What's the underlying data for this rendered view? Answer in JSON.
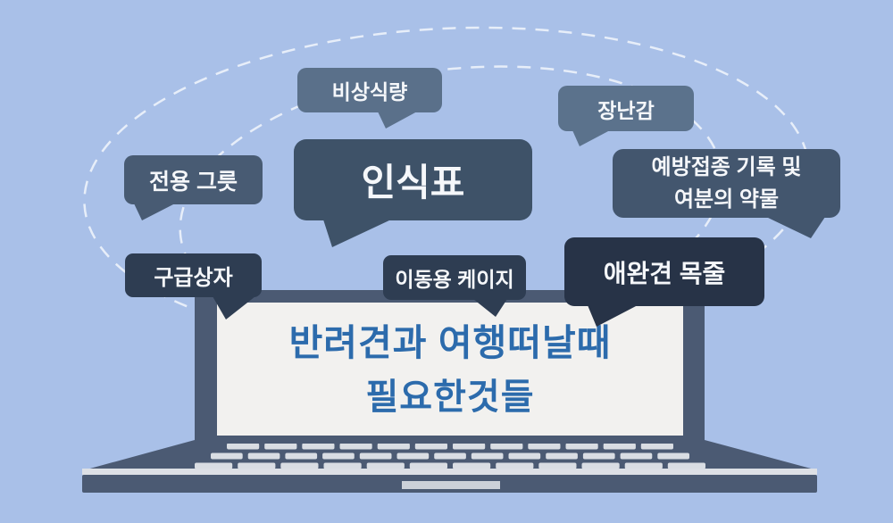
{
  "poster_title": {
    "line1": "반려견과 여행떠날때",
    "line2": "필요한것들"
  },
  "bubbles": [
    {
      "id": "emergency-food",
      "label": "비상식량"
    },
    {
      "id": "toys",
      "label": "장난감"
    },
    {
      "id": "dedicated-bowl",
      "label": "전용 그릇"
    },
    {
      "id": "id-tag",
      "label": "인식표"
    },
    {
      "id": "vaccination-records",
      "label_line1": "예방접종 기록 및",
      "label_line2": "여분의 약물"
    },
    {
      "id": "first-aid-kit",
      "label": "구급상자"
    },
    {
      "id": "pet-carrier",
      "label": "이동용 케이지"
    },
    {
      "id": "dog-leash",
      "label": "애완견 목줄"
    }
  ],
  "colors": {
    "background": "#a9c0e8",
    "bubble_light": "#5a708a",
    "bubble_medium": "#485b73",
    "bubble_dark": "#3e5268",
    "bubble_darker": "#2e3d52",
    "bubble_darkest": "#273347",
    "laptop_body": "#4b5a73",
    "laptop_screen": "#f2f1ef",
    "laptop_keys": "#d9dde3",
    "title_text": "#2c6bac",
    "bubble_text": "#f5f7fa",
    "orbit_dash": "#ffffff"
  }
}
